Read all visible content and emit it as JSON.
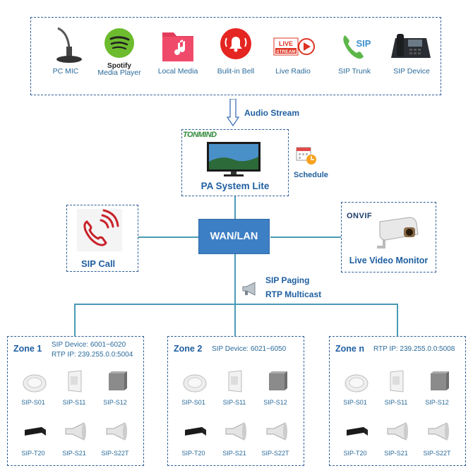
{
  "sources": [
    {
      "label": "PC MIC",
      "icon": "microphone-icon"
    },
    {
      "label": "Media Player",
      "icon": "spotify-icon",
      "logo_text": "Spotify"
    },
    {
      "label": "Local Media",
      "icon": "music-folder-icon"
    },
    {
      "label": "Bulit-in Bell",
      "icon": "bell-icon"
    },
    {
      "label": "Live Radio",
      "icon": "live-stream-icon",
      "logo_text": "LIVE STREAM"
    },
    {
      "label": "SIP Trunk",
      "icon": "sip-phone-icon",
      "logo_text": "SIP"
    },
    {
      "label": "SIP Device",
      "icon": "desk-phone-icon"
    }
  ],
  "audio_stream_label": "Audio Stream",
  "server": {
    "brand": "TONMIND",
    "title": "PA System Lite"
  },
  "schedule_label": "Schedule",
  "network_label": "WAN/LAN",
  "sip_call_label": "SIP Call",
  "video": {
    "brand": "ONVIF",
    "label": "Live Video Monitor"
  },
  "paging": {
    "line1": "SIP Paging",
    "line2": "RTP Multicast"
  },
  "zones": [
    {
      "title": "Zone 1",
      "info1": "SIP Device: 6001~6020",
      "info2": "RTP IP: 239.255.0.0:5004",
      "devices": [
        "SIP-S01",
        "SIP-S11",
        "SIP-S12",
        "SIP-T20",
        "SIP-S21",
        "SIP-S22T"
      ]
    },
    {
      "title": "Zone 2",
      "info1": "SIP Device: 6021~6050",
      "info2": "",
      "devices": [
        "SIP-S01",
        "SIP-S11",
        "SIP-S12",
        "SIP-T20",
        "SIP-S21",
        "SIP-S22T"
      ]
    },
    {
      "title": "Zone n",
      "info1": "RTP IP: 239.255.0.0:5008",
      "info2": "",
      "devices": [
        "SIP-S01",
        "SIP-S11",
        "SIP-S12",
        "SIP-T20",
        "SIP-S21",
        "SIP-S22T"
      ]
    }
  ],
  "colors": {
    "network_box": "#3d7fc4",
    "lines": "#4a9ab5",
    "text_blue": "#1f5fa0",
    "dashed_border": "#2f5d96"
  }
}
